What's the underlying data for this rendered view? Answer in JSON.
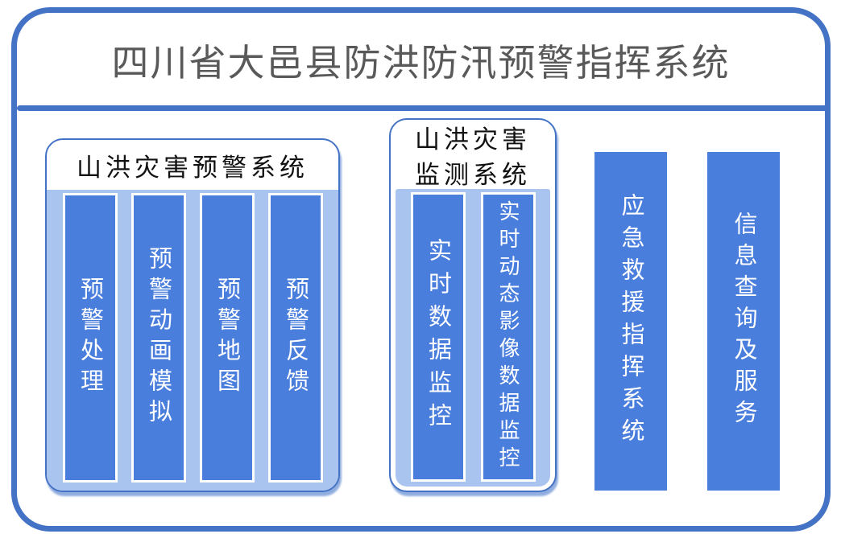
{
  "diagram": {
    "title": "四川省大邑县防洪防汛预警指挥系统",
    "panels": [
      {
        "header_lines": [
          "山洪灾害预警系统"
        ],
        "bars": [
          "预警处理",
          "预警动画模拟",
          "预警地图",
          "预警反馈"
        ]
      },
      {
        "header_lines": [
          "山洪灾害",
          "监测系统"
        ],
        "bars": [
          "实时数据监控",
          "实时动态影像数据监控"
        ]
      }
    ],
    "standalone_bars": [
      "应急救援指挥系统",
      "信息查询及服务"
    ]
  },
  "colors": {
    "frame_border": "#4472C4",
    "divider": "#4472C4",
    "panel_border": "#4472C4",
    "tray_fill": "#A9C4EE",
    "bar_fill": "#4A7EDD",
    "bar_text": "#FFFFFF",
    "title_text": "#595959",
    "header_text": "#111111",
    "panel_shadow": "#7C9FD9"
  }
}
